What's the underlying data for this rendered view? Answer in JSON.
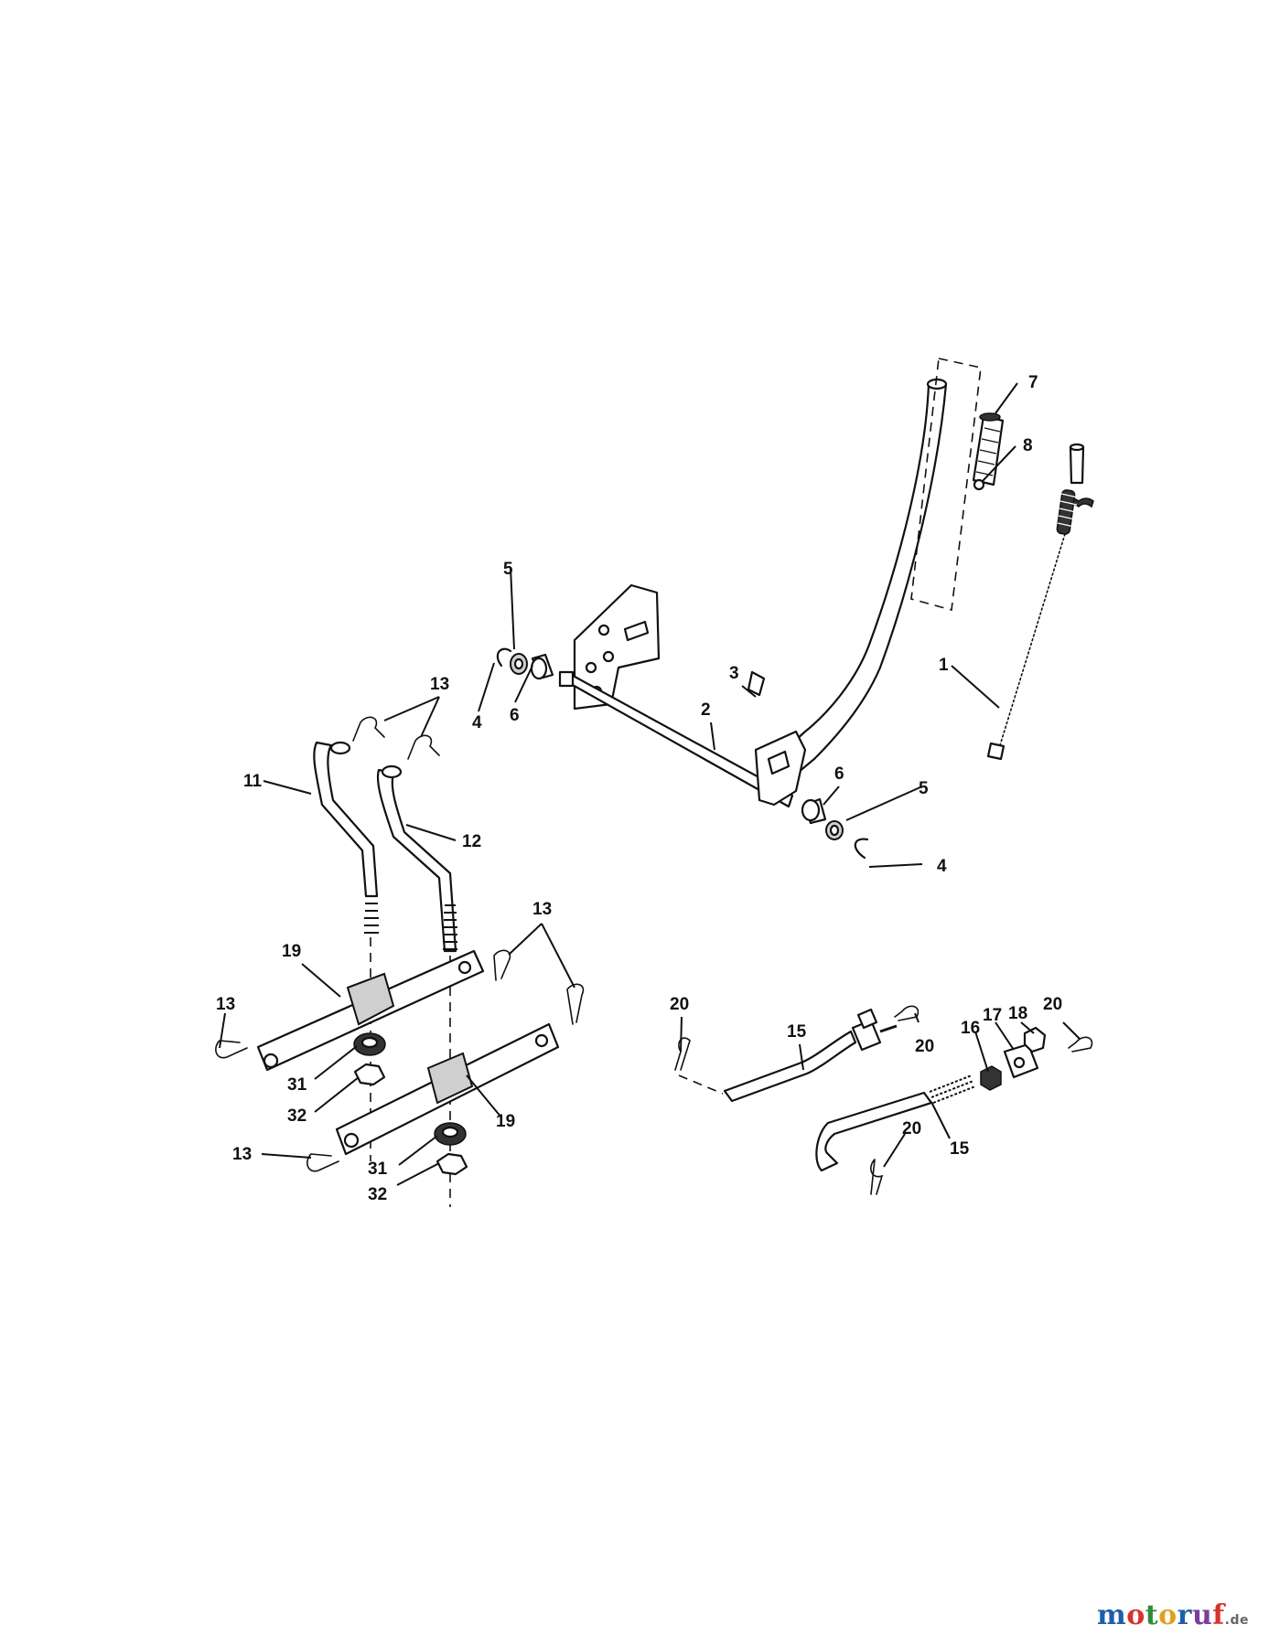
{
  "diagram": {
    "callouts": [
      {
        "id": "c1",
        "label": "1"
      },
      {
        "id": "c2",
        "label": "2"
      },
      {
        "id": "c3",
        "label": "3"
      },
      {
        "id": "c4a",
        "label": "4"
      },
      {
        "id": "c4b",
        "label": "4"
      },
      {
        "id": "c5a",
        "label": "5"
      },
      {
        "id": "c5b",
        "label": "5"
      },
      {
        "id": "c6a",
        "label": "6"
      },
      {
        "id": "c6b",
        "label": "6"
      },
      {
        "id": "c7",
        "label": "7"
      },
      {
        "id": "c8",
        "label": "8"
      },
      {
        "id": "c11",
        "label": "11"
      },
      {
        "id": "c12",
        "label": "12"
      },
      {
        "id": "c13a",
        "label": "13"
      },
      {
        "id": "c13b",
        "label": "13"
      },
      {
        "id": "c13c",
        "label": "13"
      },
      {
        "id": "c13d",
        "label": "13"
      },
      {
        "id": "c15a",
        "label": "15"
      },
      {
        "id": "c15b",
        "label": "15"
      },
      {
        "id": "c16",
        "label": "16"
      },
      {
        "id": "c17",
        "label": "17"
      },
      {
        "id": "c18",
        "label": "18"
      },
      {
        "id": "c19a",
        "label": "19"
      },
      {
        "id": "c19b",
        "label": "19"
      },
      {
        "id": "c20a",
        "label": "20"
      },
      {
        "id": "c20b",
        "label": "20"
      },
      {
        "id": "c20c",
        "label": "20"
      },
      {
        "id": "c20d",
        "label": "20"
      },
      {
        "id": "c31a",
        "label": "31"
      },
      {
        "id": "c31b",
        "label": "31"
      },
      {
        "id": "c32a",
        "label": "32"
      },
      {
        "id": "c32b",
        "label": "32"
      }
    ]
  },
  "watermark": {
    "text": "motoruf",
    "suffix": ".de",
    "letter_colors": [
      "#1f5fa8",
      "#d8322c",
      "#2e8b3c",
      "#e0a21b",
      "#1f5fa8",
      "#7a3e9d",
      "#d8322c"
    ]
  }
}
